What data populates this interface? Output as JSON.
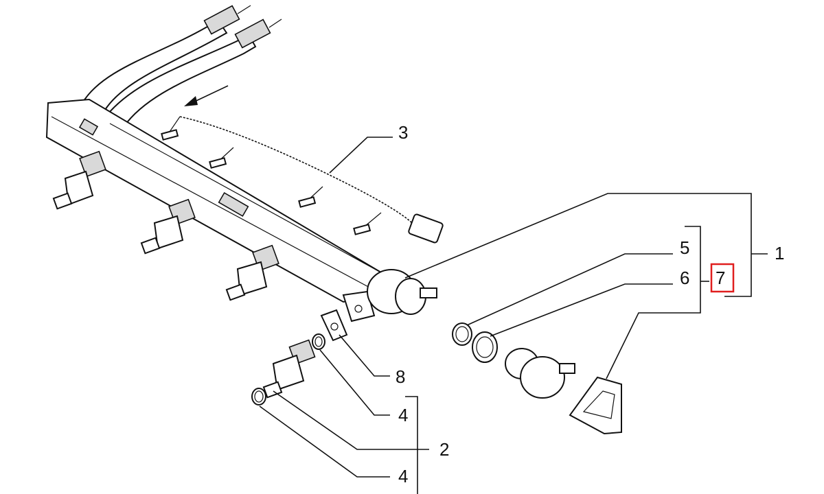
{
  "labels": {
    "1": "1",
    "2": "2",
    "3": "3",
    "4a": "4",
    "4b": "4",
    "5": "5",
    "6": "6",
    "7": "7",
    "8": "8"
  },
  "colors": {
    "highlight": "#e01e1e",
    "line": "#111111",
    "background": "#ffffff"
  },
  "icons": {
    "direction": "arrow-left-icon"
  }
}
